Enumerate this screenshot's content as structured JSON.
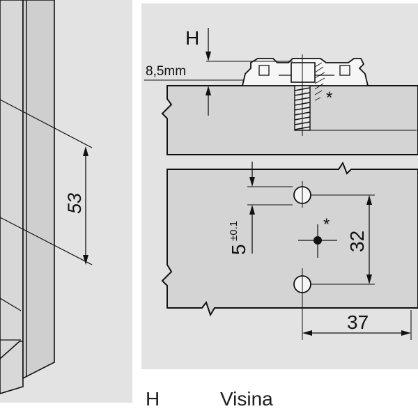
{
  "colors": {
    "panel_bg": "#e3e3e3",
    "board_fill": "#d4d4d4",
    "line": "#111111"
  },
  "left_view": {
    "dim_53": "53"
  },
  "right_view": {
    "h_label": "H",
    "dim_8_5": "8,5mm",
    "asterisk_top": "*",
    "asterisk_bottom": "*",
    "dim_5_base": "5",
    "dim_5_tol": "±0.1",
    "dim_32": "32",
    "dim_37": "37"
  },
  "legend": {
    "key": "H",
    "text": "Visina"
  }
}
